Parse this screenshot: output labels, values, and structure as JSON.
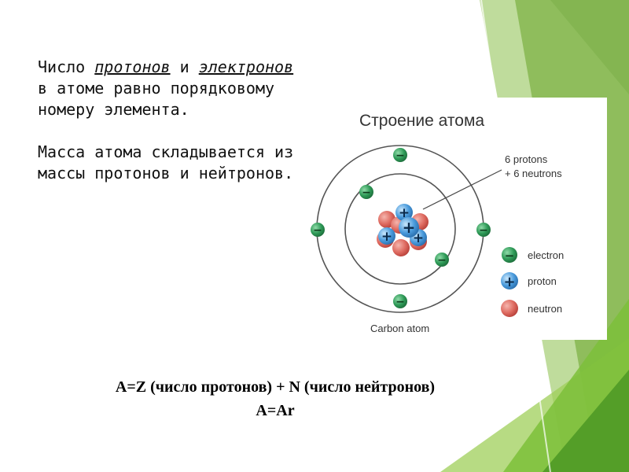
{
  "paragraph1": {
    "part1": "Число ",
    "protons_word": "протонов",
    "part2": " и",
    "electrons_word": "электронов",
    "part3": " в атоме равно порядковому номеру элемента."
  },
  "paragraph2": "Масса атома складывается из массы протонов и нейтронов.",
  "diagram": {
    "title": "Строение атома",
    "caption": "Carbon atom",
    "nucleus_label_line1": "6 protons",
    "nucleus_label_line2": "+ 6 neutrons",
    "electron_symbol": "−",
    "proton_symbol": "+",
    "legend": {
      "electron": "electron",
      "proton": "proton",
      "neutron": "neutron"
    },
    "colors": {
      "electron": "#2e9a57",
      "proton": "#3a8ed1",
      "neutron": "#d9534f",
      "slide_accent": "#7ab648"
    }
  },
  "formula_line1": "A=Z (число протонов) + N (число нейтронов)",
  "formula_line2": "A=Ar"
}
